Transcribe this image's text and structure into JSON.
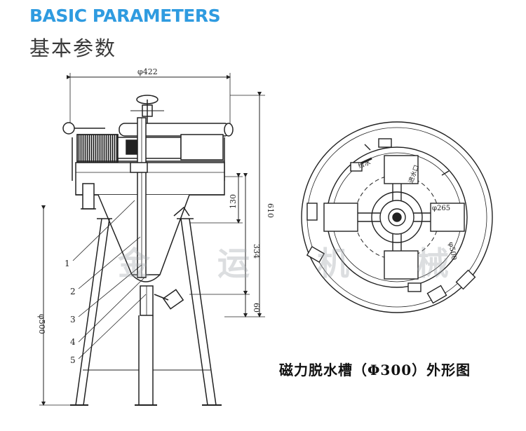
{
  "header": {
    "title_en": "BASIC PARAMETERS",
    "title_cn": "基本参数"
  },
  "drawing": {
    "dim_top": "φ422",
    "dim_height_total": "610",
    "dim_130": "130",
    "dim_334": "334",
    "dim_60": "60",
    "dim_base": "φ500",
    "part_labels": [
      "1",
      "2",
      "3",
      "4",
      "5"
    ],
    "plan_dim_265": "φ265",
    "plan_dim_500": "φ500",
    "plan_label_inlet": "进水口",
    "plan_label_supply": "给水",
    "caption": "磁力脱水槽（Φ300）外形图"
  },
  "watermark": {
    "text": "金 运 机 械"
  }
}
